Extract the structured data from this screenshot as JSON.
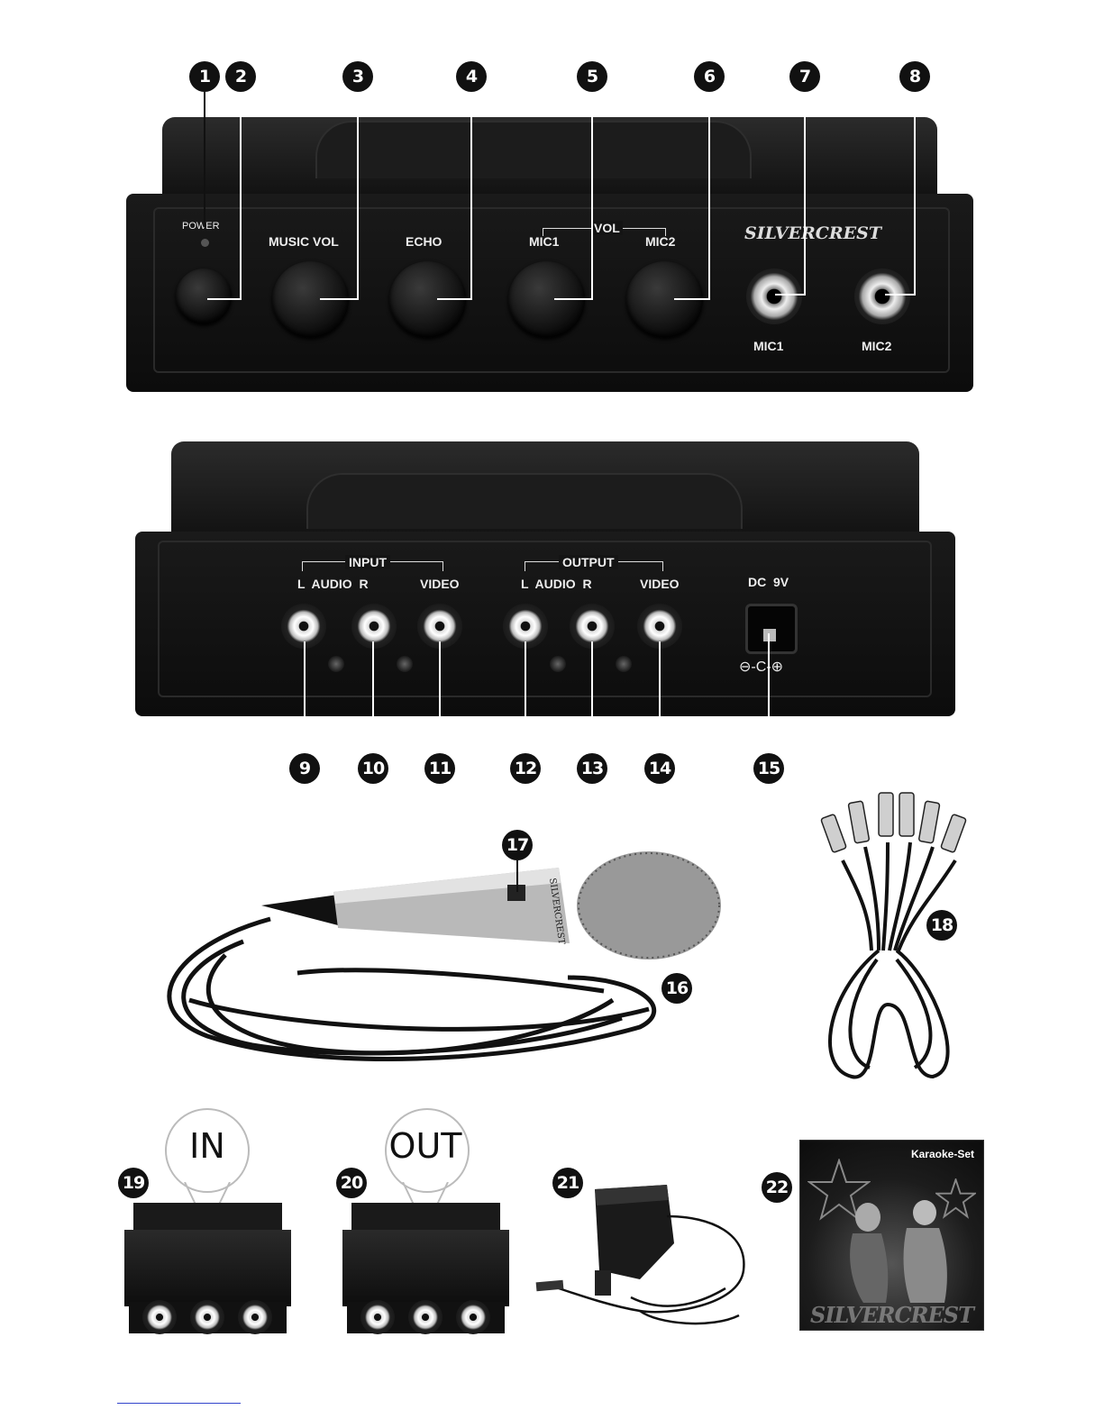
{
  "front": {
    "labels": {
      "power": "POWER",
      "music_vol": "MUSIC VOL",
      "echo": "ECHO",
      "vol": "VOL",
      "mic1": "MIC1",
      "mic2": "MIC2",
      "mic1_jack": "MIC1",
      "mic2_jack": "MIC2"
    },
    "brand": "SILVERCREST",
    "callouts": [
      "1",
      "2",
      "3",
      "4",
      "5",
      "6",
      "7",
      "8"
    ]
  },
  "rear": {
    "labels": {
      "input": "INPUT",
      "input_audio": "L  AUDIO  R",
      "input_video": "VIDEO",
      "output": "OUTPUT",
      "output_audio": "L  AUDIO  R",
      "output_video": "VIDEO",
      "dc": "DC  9V",
      "polarity": "⊖-C-⊕"
    },
    "callouts": [
      "9",
      "10",
      "11",
      "12",
      "13",
      "14",
      "15"
    ]
  },
  "accessories": {
    "callouts": {
      "mic": "16",
      "switch": "17",
      "cable": "18",
      "scart_in": "19",
      "scart_out": "20",
      "adapter": "21",
      "manual": "22"
    },
    "mic_brand": "SILVERCREST",
    "scart_in_label": "IN",
    "scart_out_label": "OUT",
    "manual_title": "Karaoke-Set",
    "manual_brand": "SILVERCREST"
  },
  "colors": {
    "device": "#141414",
    "callout": "#111111",
    "link_line": "#3344cc"
  }
}
